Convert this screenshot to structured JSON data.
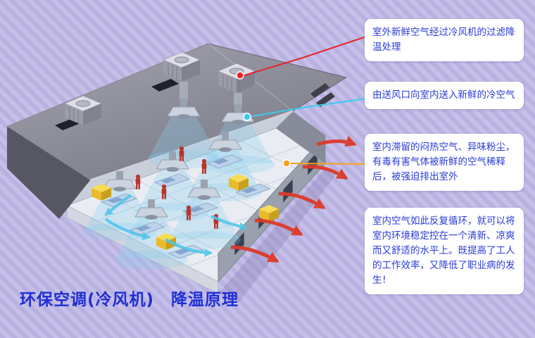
{
  "title": {
    "text": "环保空调(冷风机)　降温原理"
  },
  "callouts": [
    {
      "id": "outdoor-air",
      "text": "室外新鲜空气经过冷风机的过滤降温处理",
      "pointer_color": "#e8232a"
    },
    {
      "id": "supply-air",
      "text": "由送风口向室内送入新鲜的冷空气",
      "pointer_color": "#3ec9ef"
    },
    {
      "id": "exhaust-air",
      "text": "室内滞留的闷热空气、异味粉尘，有毒有害气体被新鲜的空气稀释后，被强迫排出室外",
      "pointer_color": "#f5a21f"
    },
    {
      "id": "circulation",
      "text": "室内空气如此反复循环，就可以将室内环境稳定控在一个清新、凉爽而又舒适的水平上。既提高了工人的工作效率，又降低了职业病的发生！",
      "pointer_color": null
    }
  ],
  "colors": {
    "background_base": "#b9b2e0",
    "background_stripe": "#c5bfe9",
    "callout_text": "#2a3bd8",
    "title_text": "#1f2ed6",
    "marker_red": "#e8232a",
    "marker_cyan": "#3ec9ef",
    "marker_orange": "#f5a21f",
    "exhaust_arrow": "#dd3a2b",
    "cool_air_arrow": "#4cc5e8"
  }
}
